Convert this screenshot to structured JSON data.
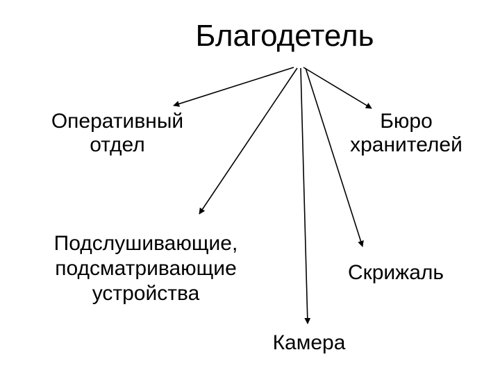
{
  "root": {
    "label": "Благодетель"
  },
  "nodes": {
    "operative": {
      "lines": [
        "Оперативный",
        "отдел"
      ]
    },
    "bureau": {
      "lines": [
        "Бюро",
        "хранителей"
      ]
    },
    "listening": {
      "lines": [
        "Подслушивающие,",
        "подсматривающие",
        "устройства"
      ]
    },
    "tablet": {
      "lines": [
        "Скрижаль"
      ]
    },
    "camera": {
      "lines": [
        "Камера"
      ]
    }
  },
  "colors": {
    "background": "#ffffff",
    "text": "#000000",
    "arrow": "#000000"
  }
}
